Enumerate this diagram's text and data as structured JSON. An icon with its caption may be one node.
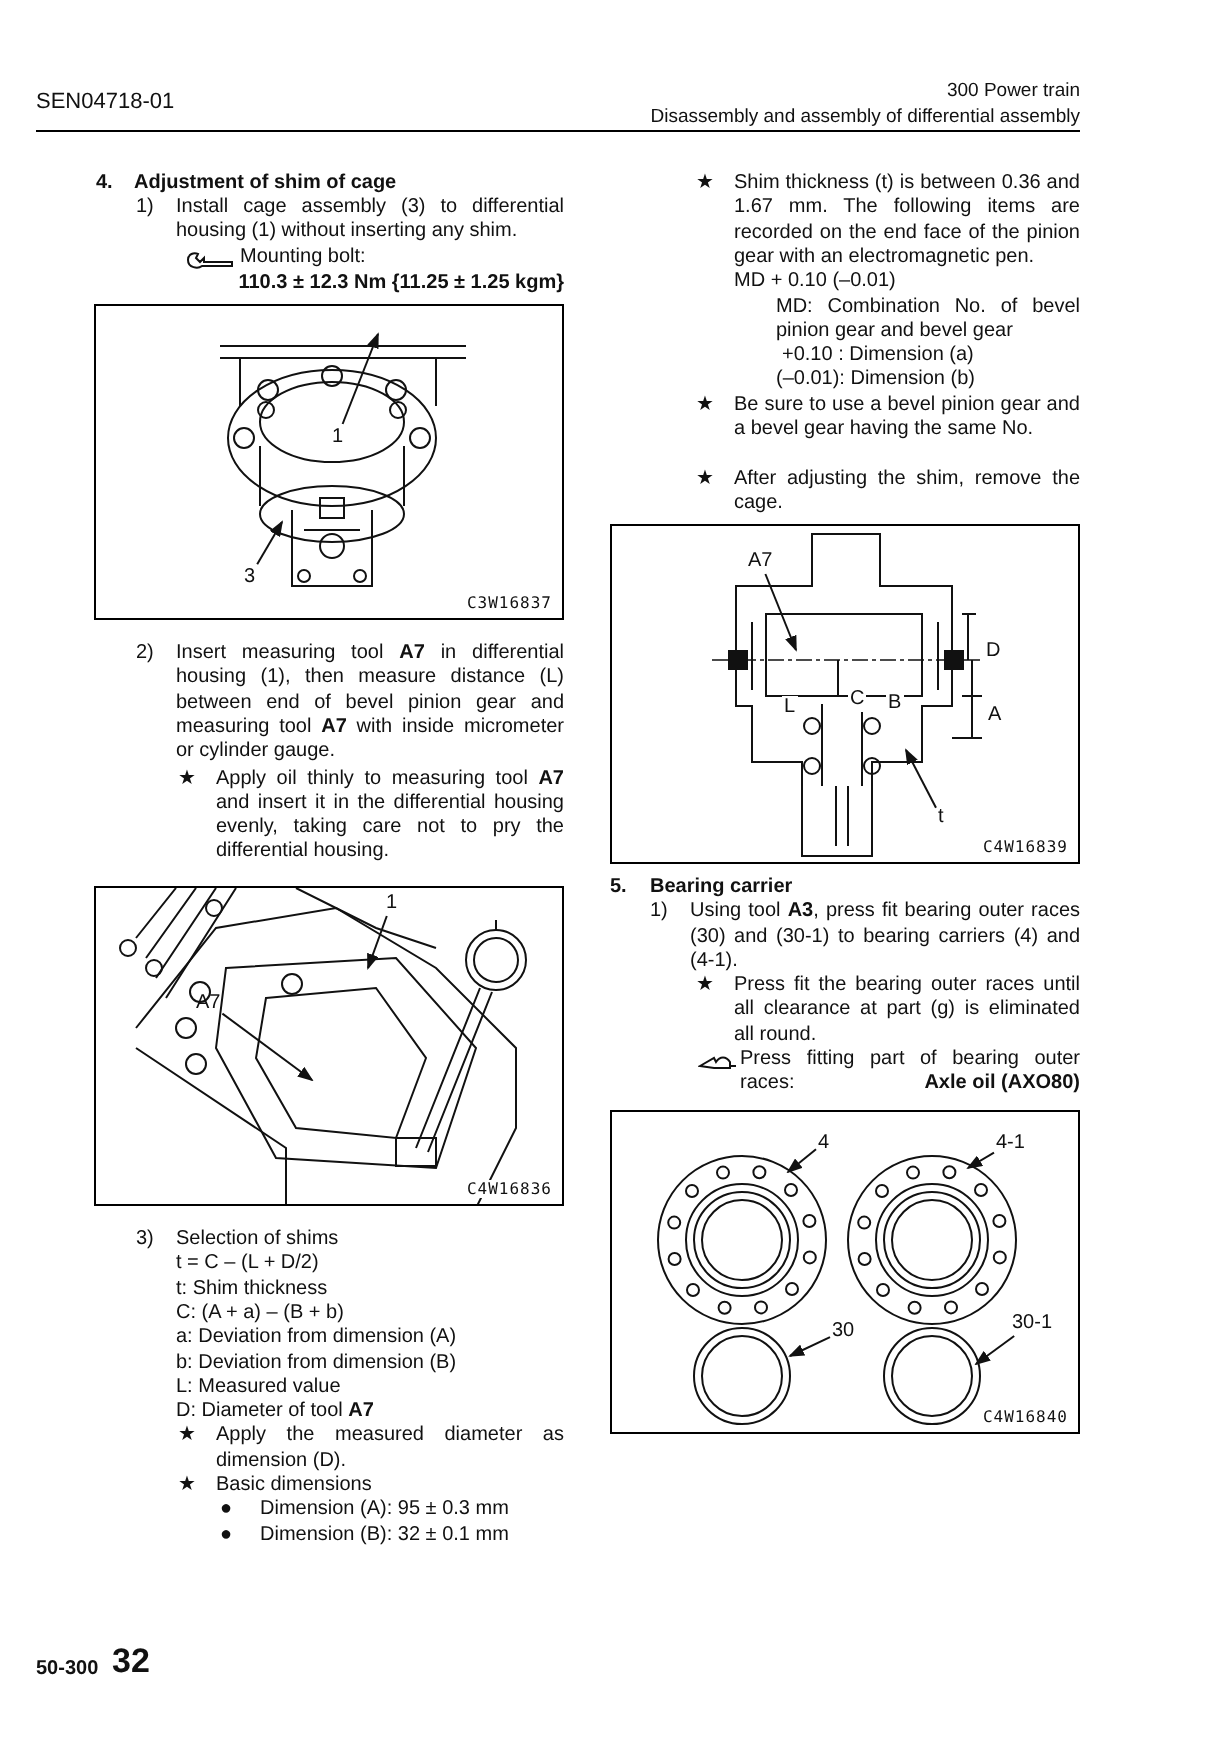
{
  "diagram": {
    "nodes": [
      {
        "text": [
          "C3W16837"
        ]
      },
      {
        "text": [
          "1"
        ],
        "in": 0
      },
      {
        "text": [
          "3"
        ],
        "in": 0
      },
      {
        "text": [
          "C4W16836"
        ]
      },
      {
        "text": [
          "1"
        ],
        "in": 3
      },
      {
        "text": [
          "A7"
        ],
        "in": 3
      },
      {
        "text": [
          "C4W16839"
        ]
      },
      {
        "text": [
          "A7"
        ],
        "in": 6
      },
      {
        "text": [
          "t"
        ],
        "in": 6
      },
      {
        "text": [
          "C4W16840"
        ]
      },
      {
        "text": [
          "4"
        ],
        "in": 9
      },
      {
        "text": [
          "4-1"
        ],
        "in": 9
      },
      {
        "text": [
          "30"
        ],
        "in": 9
      },
      {
        "text": [
          "30-1"
        ],
        "in": 9
      }
    ],
    "edges": [
      {
        "from": 1,
        "to": null,
        "arrow": "to"
      },
      {
        "from": 2,
        "to": null,
        "arrow": "to"
      },
      {
        "from": 4,
        "to": null,
        "arrow": "to"
      },
      {
        "from": 5,
        "to": null,
        "arrow": "to"
      },
      {
        "from": 7,
        "to": null,
        "arrow": "to"
      },
      {
        "from": 8,
        "to": null,
        "arrow": "to"
      },
      {
        "from": 10,
        "to": null,
        "arrow": "to"
      },
      {
        "from": 11,
        "to": null,
        "arrow": "to"
      },
      {
        "from": 12,
        "to": null,
        "arrow": "to"
      },
      {
        "from": 13,
        "to": null,
        "arrow": "to"
      }
    ],
    "labels": [
      "SEN04718-01",
      "300 Power train",
      "Disassembly and assembly of differential assembly",
      "4.",
      "Adjustment of shim of cage",
      "1)",
      "Install cage assembly (3) to differential housing (1) without inserting any shim.",
      "Mounting bolt:",
      "110.3 ± 12.3 Nm {11.25 ± 1.25 kgm}",
      "2)",
      "Insert measuring tool **A7** in differential housing (1), then measure distance (L) between end of bevel pinion gear and measuring tool **A7** with inside micrometer or cylinder gauge.",
      "★",
      "Apply oil thinly to measuring tool **A7** and insert it in the differential housing evenly, taking care not to pry the differential housing.",
      "3)",
      "Selection of shims",
      "t = C – (L + D/2)",
      "t: Shim thickness",
      "C: (A + a) – (B + b)",
      "a: Deviation from dimension (A)",
      "b: Deviation from dimension (B)",
      "L: Measured value",
      "D: Diameter of tool **A7**",
      "★",
      "Apply the measured diameter as dimension (D).",
      "★",
      "Basic dimensions",
      "●",
      "Dimension (A): 95 ± 0.3 mm",
      "●",
      "Dimension (B): 32 ± 0.1 mm",
      "50-300",
      "32",
      "★",
      "Shim thickness (t) is between 0.36 and 1.67 mm. The following items are recorded on the end face of the pinion gear with an electromagnetic pen.",
      "MD + 0.10 (–0.01)",
      "MD: Combination No. of bevel pinion gear and bevel gear",
      "+0.10 : Dimension (a)",
      "(–0.01): Dimension (b)",
      "★",
      "Be sure to use a bevel pinion gear and a bevel gear having the same No.",
      "★",
      "After adjusting the shim, remove the cage.",
      "D",
      "C",
      "A",
      "L",
      "B",
      "5.",
      "Bearing carrier",
      "1)",
      "Using tool **A3**, press fit bearing outer races (30) and (30-1) to bearing carriers (4) and (4-1).",
      "★",
      "Press fit the bearing outer races until all clearance at part (g) is eliminated all round.",
      "Press fitting part of bearing outer races:",
      "Axle oil (AXO80)"
    ]
  }
}
